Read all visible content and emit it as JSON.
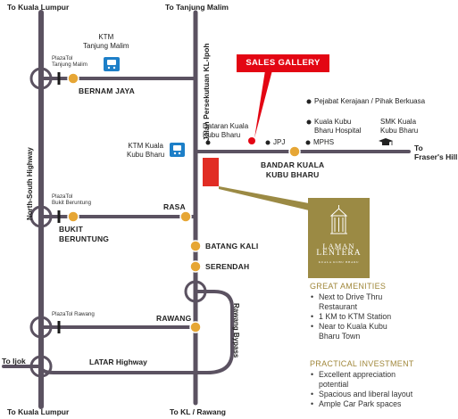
{
  "directions": {
    "top_left": "To Kuala Lumpur",
    "top_center": "To Tanjung Malim",
    "bottom_left": "To Kuala Lumpur",
    "bottom_center": "To KL / Rawang",
    "left": "To Ijok",
    "right": "To\nFraser's Hill"
  },
  "roads": {
    "north_south_highway": "North-South Highway",
    "jalan_persekutuan": "Jalan Persekutuan KL-Ipoh",
    "latar_highway": "LATAR Highway",
    "rawang_bypass": "Rawang Bypass"
  },
  "towns": {
    "bernam_jaya": "BERNAM JAYA",
    "bukit_beruntung": "BUKIT\nBERUNTUNG",
    "rasa": "RASA",
    "batang_kali": "BATANG KALI",
    "serendah": "SERENDAH",
    "rawang": "RAWANG",
    "bandar_kuala_kubu_bharu": "BANDAR KUALA\nKUBU BHARU",
    "dataran_kuala_kubu_bharu": "Dataran Kuala\nKubu Bharu"
  },
  "tolls": {
    "tanjung_malim": "PlazaTol\nTanjung Malim",
    "bukit_beruntung": "PlazaTol\nBukit Beruntung",
    "rawang": "PlazaTol Rawang"
  },
  "stations": {
    "ktm_tanjung_malim": "KTM\nTanjung Malim",
    "ktm_kuala_kubu_bharu": "KTM Kuala\nKubu Bharu"
  },
  "poi": {
    "jpj": "JPJ",
    "mphs": "MPHS",
    "pejabat": "Pejabat Kerajaan / Pihak Berkuasa",
    "hospital": "Kuala Kubu\nBharu Hospital",
    "smk": "SMK Kuala\nKubu Bharu"
  },
  "sales_gallery": "SALES GALLERY",
  "logo": {
    "line1": "LAMAN",
    "line2": "LENTERA",
    "line3": "KUALA KUBU BHARU"
  },
  "amenities": {
    "title": "GREAT AMENITIES",
    "items": [
      "Next to Drive Thru\nRestaurant",
      "1 KM to KTM Station",
      "Near to Kuala Kubu\nBharu Town"
    ]
  },
  "investment": {
    "title": "PRACTICAL INVESTMENT",
    "items": [
      "Excellent appreciation\npotential",
      "Spacious and liberal layout",
      "Ample Car Park spaces"
    ]
  },
  "colors": {
    "road": "#5b5261",
    "dot_fill": "#e6a635",
    "dot_stroke": "#ffffff",
    "sales_red": "#e30613",
    "site_red": "#e12d24",
    "logo_gold": "#9b8a44",
    "ktm_blue": "#1d7fc8"
  }
}
